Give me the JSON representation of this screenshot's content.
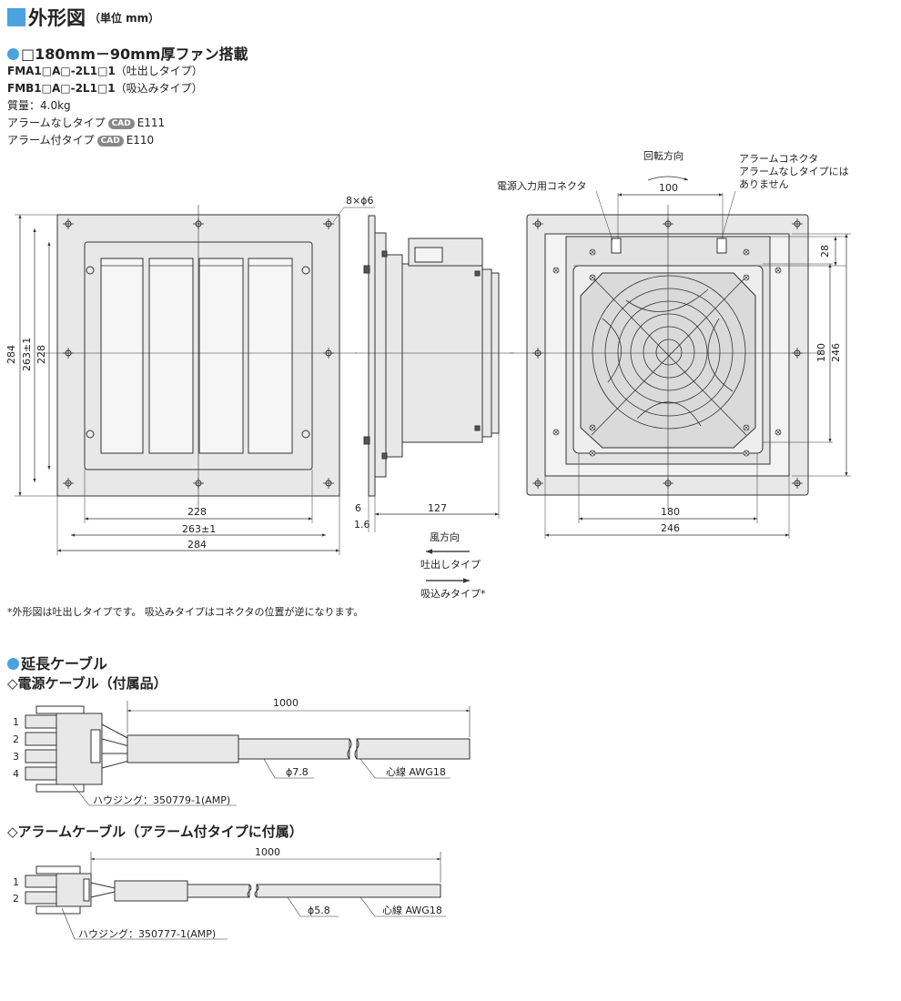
{
  "header": {
    "title": "外形図",
    "unit": "（単位 mm）"
  },
  "spec": {
    "heading": "□180mm－90mm厚ファン搭載",
    "fma_model": "FMA1□A□-2L1□1",
    "fma_type": "（吐出しタイプ）",
    "fmb_model": "FMB1□A□-2L1□1",
    "fmb_type": "（吸込みタイプ）",
    "mass": "質量：4.0kg",
    "no_alarm_label": "アラームなしタイプ",
    "no_alarm_code": "E111",
    "alarm_label": "アラーム付タイプ",
    "alarm_code": "E110",
    "cad_badge": "CAD"
  },
  "front": {
    "holes": "8×ϕ6",
    "w284": "284",
    "w263": "263±1",
    "w228": "228",
    "h284": "284",
    "h263": "263±1",
    "h228": "228"
  },
  "side": {
    "d6": "6",
    "d1_6": "1.6",
    "d127": "127"
  },
  "rear": {
    "rotation": "回転方向",
    "power_connector": "電源入力用コネクタ",
    "alarm_connector_1": "アラームコネクタ",
    "alarm_connector_2": "アラームなしタイプには",
    "alarm_connector_3": "ありません",
    "d100": "100",
    "d28": "28",
    "d180v": "180",
    "d246v": "246",
    "d180h": "180",
    "d246h": "246"
  },
  "airflow": {
    "title": "風方向",
    "discharge": "吐出しタイプ",
    "suction": "吸込みタイプ*"
  },
  "footnote": "*外形図は吐出しタイプです。 吸込みタイプはコネクタの位置が逆になります。",
  "cables": {
    "heading": "延長ケーブル",
    "power_heading": "◇電源ケーブル（付属品）",
    "power_length": "1000",
    "power_diameter": "ϕ7.8",
    "power_core": "心線 AWG18",
    "power_housing": "ハウジング：350779-1(AMP)",
    "power_pins": [
      "1",
      "2",
      "3",
      "4"
    ],
    "alarm_heading": "◇アラームケーブル（アラーム付タイプに付属）",
    "alarm_length": "1000",
    "alarm_diameter": "ϕ5.8",
    "alarm_core": "心線 AWG18",
    "alarm_housing": "ハウジング：350777-1(AMP)",
    "alarm_pins": [
      "1",
      "2"
    ]
  },
  "colors": {
    "accent": "#4aa3df",
    "panel": "#e8e8e8",
    "line": "#333333"
  }
}
